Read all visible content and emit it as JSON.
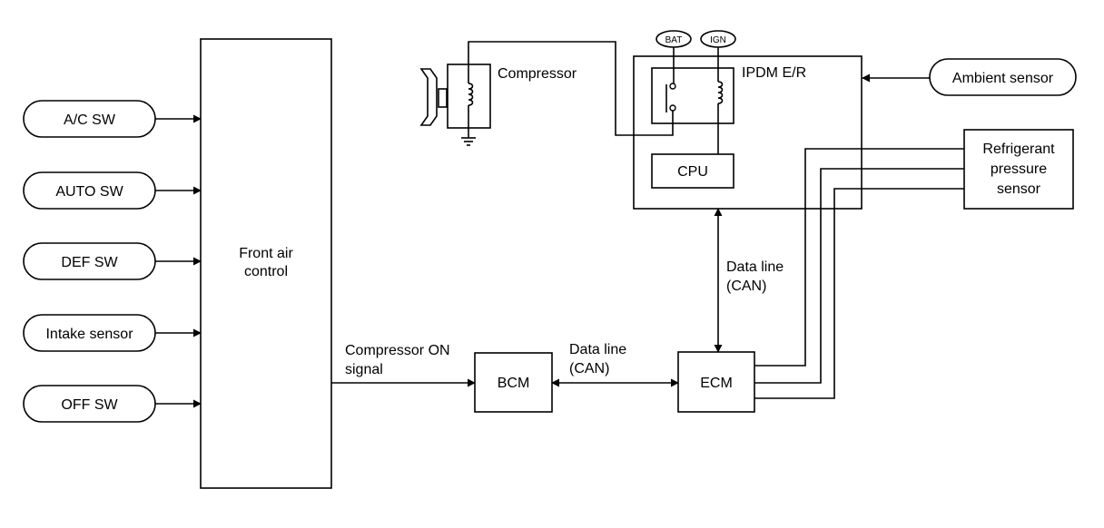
{
  "inputs": {
    "ac_sw": "A/C SW",
    "auto_sw": "AUTO SW",
    "def_sw": "DEF SW",
    "intake_sensor": "Intake sensor",
    "off_sw": "OFF SW"
  },
  "front_air_control": {
    "line1": "Front air",
    "line2": "control"
  },
  "compressor_signal": {
    "line1": "Compressor ON",
    "line2": "signal"
  },
  "bcm": "BCM",
  "ecm": "ECM",
  "data_line_bcm_ecm": {
    "line1": "Data line",
    "line2": "(CAN)"
  },
  "data_line_ecm_ipdm": {
    "line1": "Data line",
    "line2": "(CAN)"
  },
  "compressor": "Compressor",
  "ipdm": "IPDM E/R",
  "cpu": "CPU",
  "bat": "BAT",
  "ign": "IGN",
  "ambient_sensor": "Ambient sensor",
  "refrigerant_sensor": {
    "line1": "Refrigerant",
    "line2": "pressure",
    "line3": "sensor"
  }
}
